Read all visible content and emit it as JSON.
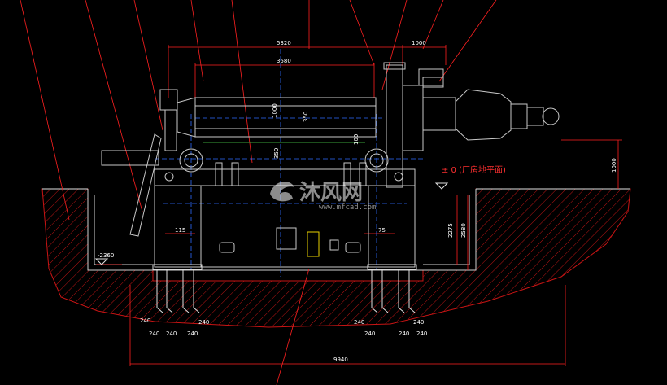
{
  "dimensions": {
    "top_total": "5320",
    "top_right": "1000",
    "top_inner": "3580",
    "roll_dia_1": "1000",
    "roll_center": "350",
    "roll_dia_2": "350",
    "roll_side": "100",
    "pit_left_width": "115",
    "pit_right_width": "75",
    "pit_depth_1": "2275",
    "pit_depth_2": "2580",
    "height_above_floor": "1000",
    "bottom_total": "9940",
    "pit_level": "-2360",
    "bolt_l1": "240",
    "bolt_l2": "240",
    "bolt_l3": "240",
    "bolt_l4": "240",
    "bolt_r1": "240",
    "bolt_r2": "240",
    "bolt_r3": "240",
    "bolt_r4": "240"
  },
  "floor_note": "± 0 (厂房地平面)",
  "watermark": {
    "title": "沐风网",
    "url": "www.mfcad.com"
  },
  "colors": {
    "background": "#000000",
    "dimension": "#ff2020",
    "machine": "#c8c8c8",
    "centerline": "#2e6bff",
    "hatch": "#c81414",
    "rebar": "#e0e0e0"
  }
}
